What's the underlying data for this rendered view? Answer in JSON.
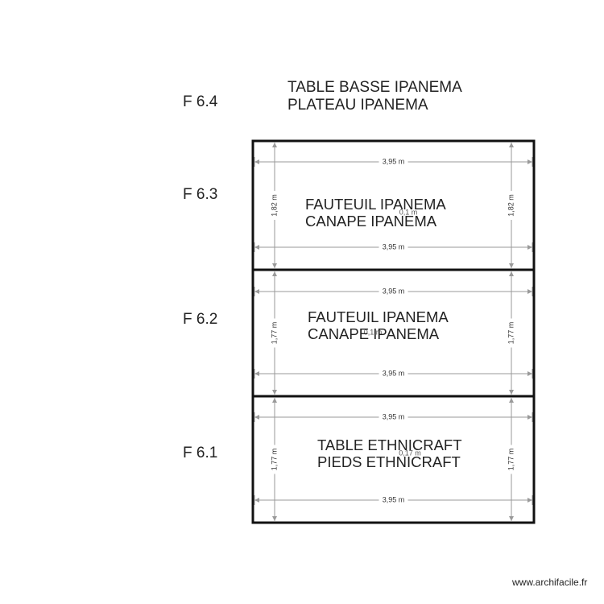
{
  "header": {
    "line1": "TABLE BASSE IPANEMA",
    "line2": "PLATEAU IPANEMA",
    "row_label": "F 6.4"
  },
  "rooms": [
    {
      "row_label": "F 6.3",
      "line1": "FAUTEUIL IPANEMA",
      "line2": "CANAPE IPANEMA",
      "width_top": "3,95 m",
      "width_bottom": "3,95 m",
      "height_left": "1,82 m",
      "height_right": "1,82 m",
      "area": "0,1 m"
    },
    {
      "row_label": "F 6.2",
      "line1": "FAUTEUIL IPANEMA",
      "line2": "CANAPE IPANEMA",
      "width_top": "3,95 m",
      "width_bottom": "3,95 m",
      "height_left": "1,77 m",
      "height_right": "1,77 m",
      "area": "0,1 m"
    },
    {
      "row_label": "F 6.1",
      "line1": "TABLE ETHNICRAFT",
      "line2": "PIEDS ETHNICRAFT",
      "width_top": "3,95 m",
      "width_bottom": "3,95 m",
      "height_left": "1,77 m",
      "height_right": "1,77 m",
      "area": "0,17 m"
    }
  ],
  "footer": {
    "watermark": "www.archifacile.fr"
  },
  "colors": {
    "wall": "#111111",
    "dimension": "#9a9a9a",
    "text": "#222222"
  }
}
